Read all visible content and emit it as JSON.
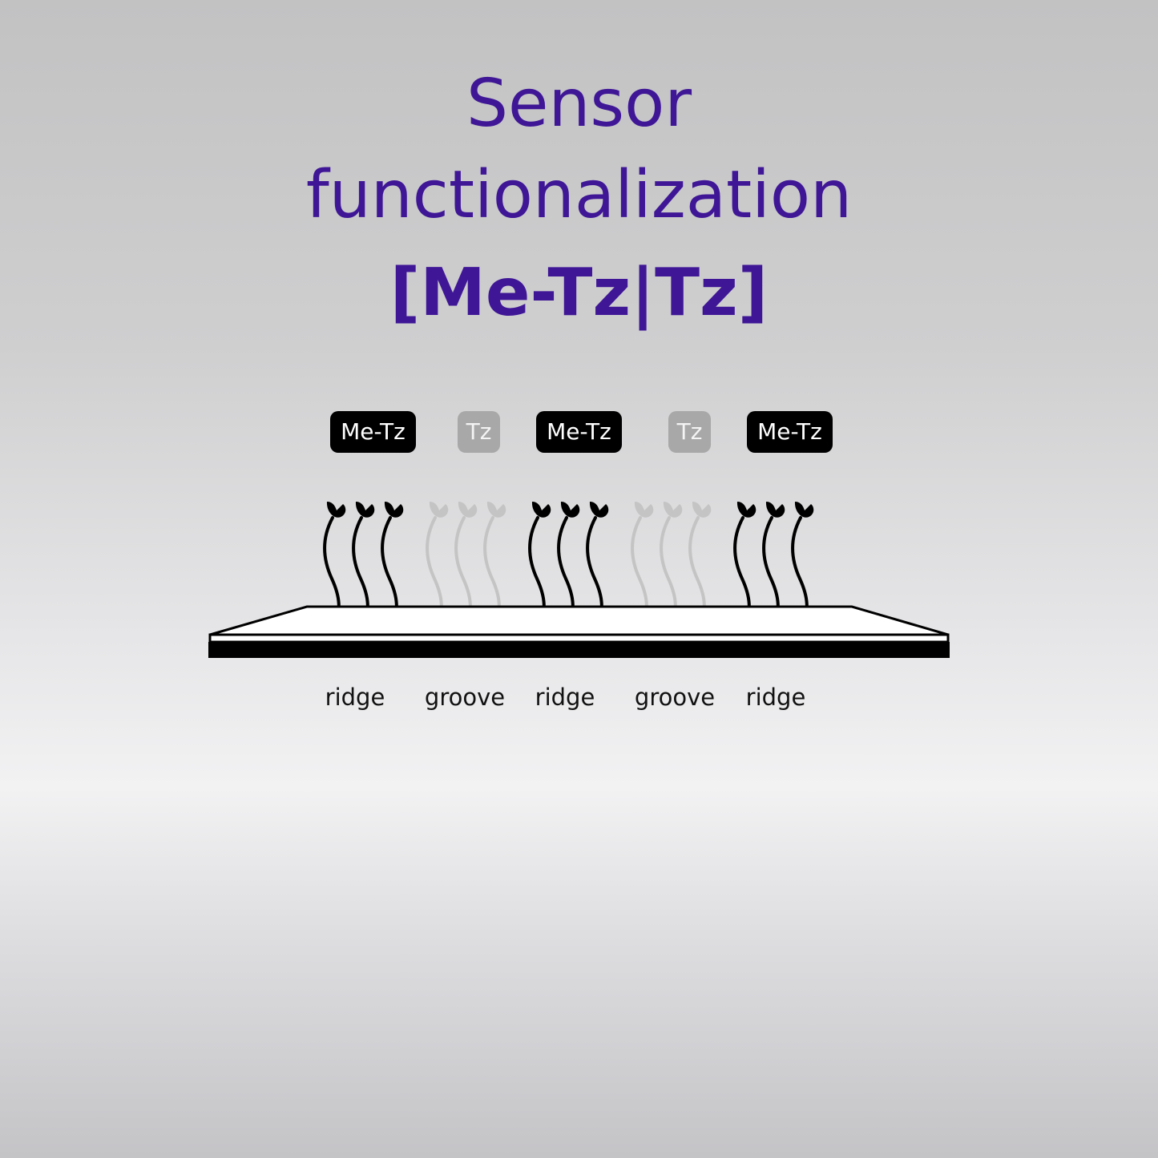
{
  "title": {
    "line1": "Sensor",
    "line2": "functionalization",
    "line3": "[Me-Tz|Tz]"
  },
  "badges": [
    "Me-Tz",
    "Tz",
    "Me-Tz",
    "Tz",
    "Me-Tz"
  ],
  "regions": [
    "ridge",
    "groove",
    "ridge",
    "groove",
    "ridge"
  ],
  "colors": {
    "title": "#3f1696",
    "me_tz": "#000000",
    "tz": "#a8a8a8"
  }
}
